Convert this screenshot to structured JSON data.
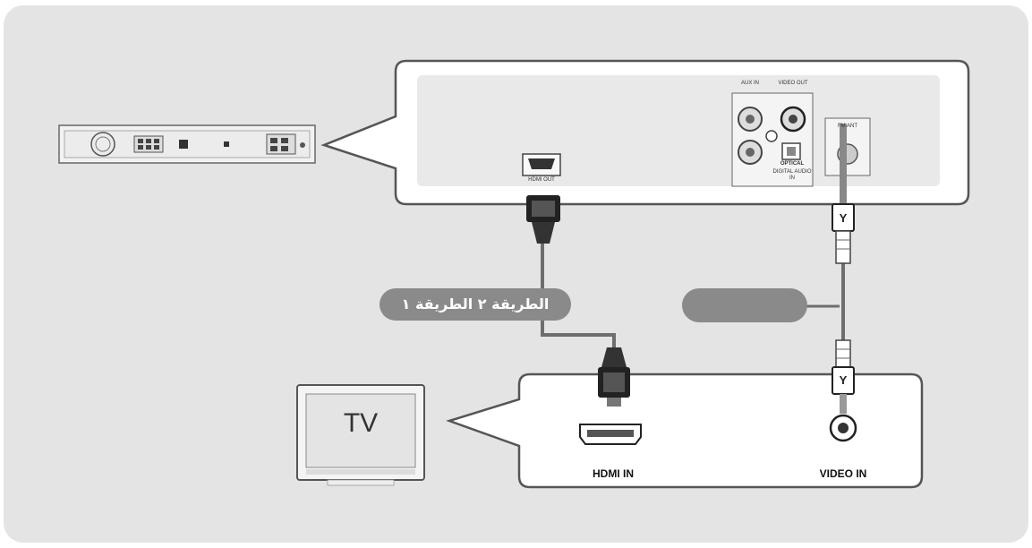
{
  "device_panel": {
    "hdmi_out_label": "HDMI OUT",
    "audio_in_label": "AUX IN",
    "video_out_label": "VIDEO OUT",
    "fm_ant_label": "FM ANT",
    "optical_label": "OPTICAL",
    "digital_audio_in_label": "DIGITAL AUDIO IN"
  },
  "cables": {
    "video_plug_letter_top": "Y",
    "video_plug_letter_bottom": "Y"
  },
  "methods": {
    "hdmi_method_label": "الطريقة ٢ الطريقة ١",
    "video_method_label": ""
  },
  "tv": {
    "screen_label": "TV",
    "hdmi_in_label": "HDMI IN",
    "video_in_label": "VIDEO IN"
  },
  "colors": {
    "background_panel": "#e4e4e4",
    "callout_fill": "#ffffff",
    "callout_inner": "#e9e9e9",
    "callout_stroke": "#555555",
    "cable": "#6e6e6e",
    "pill": "#8a8a8a"
  }
}
